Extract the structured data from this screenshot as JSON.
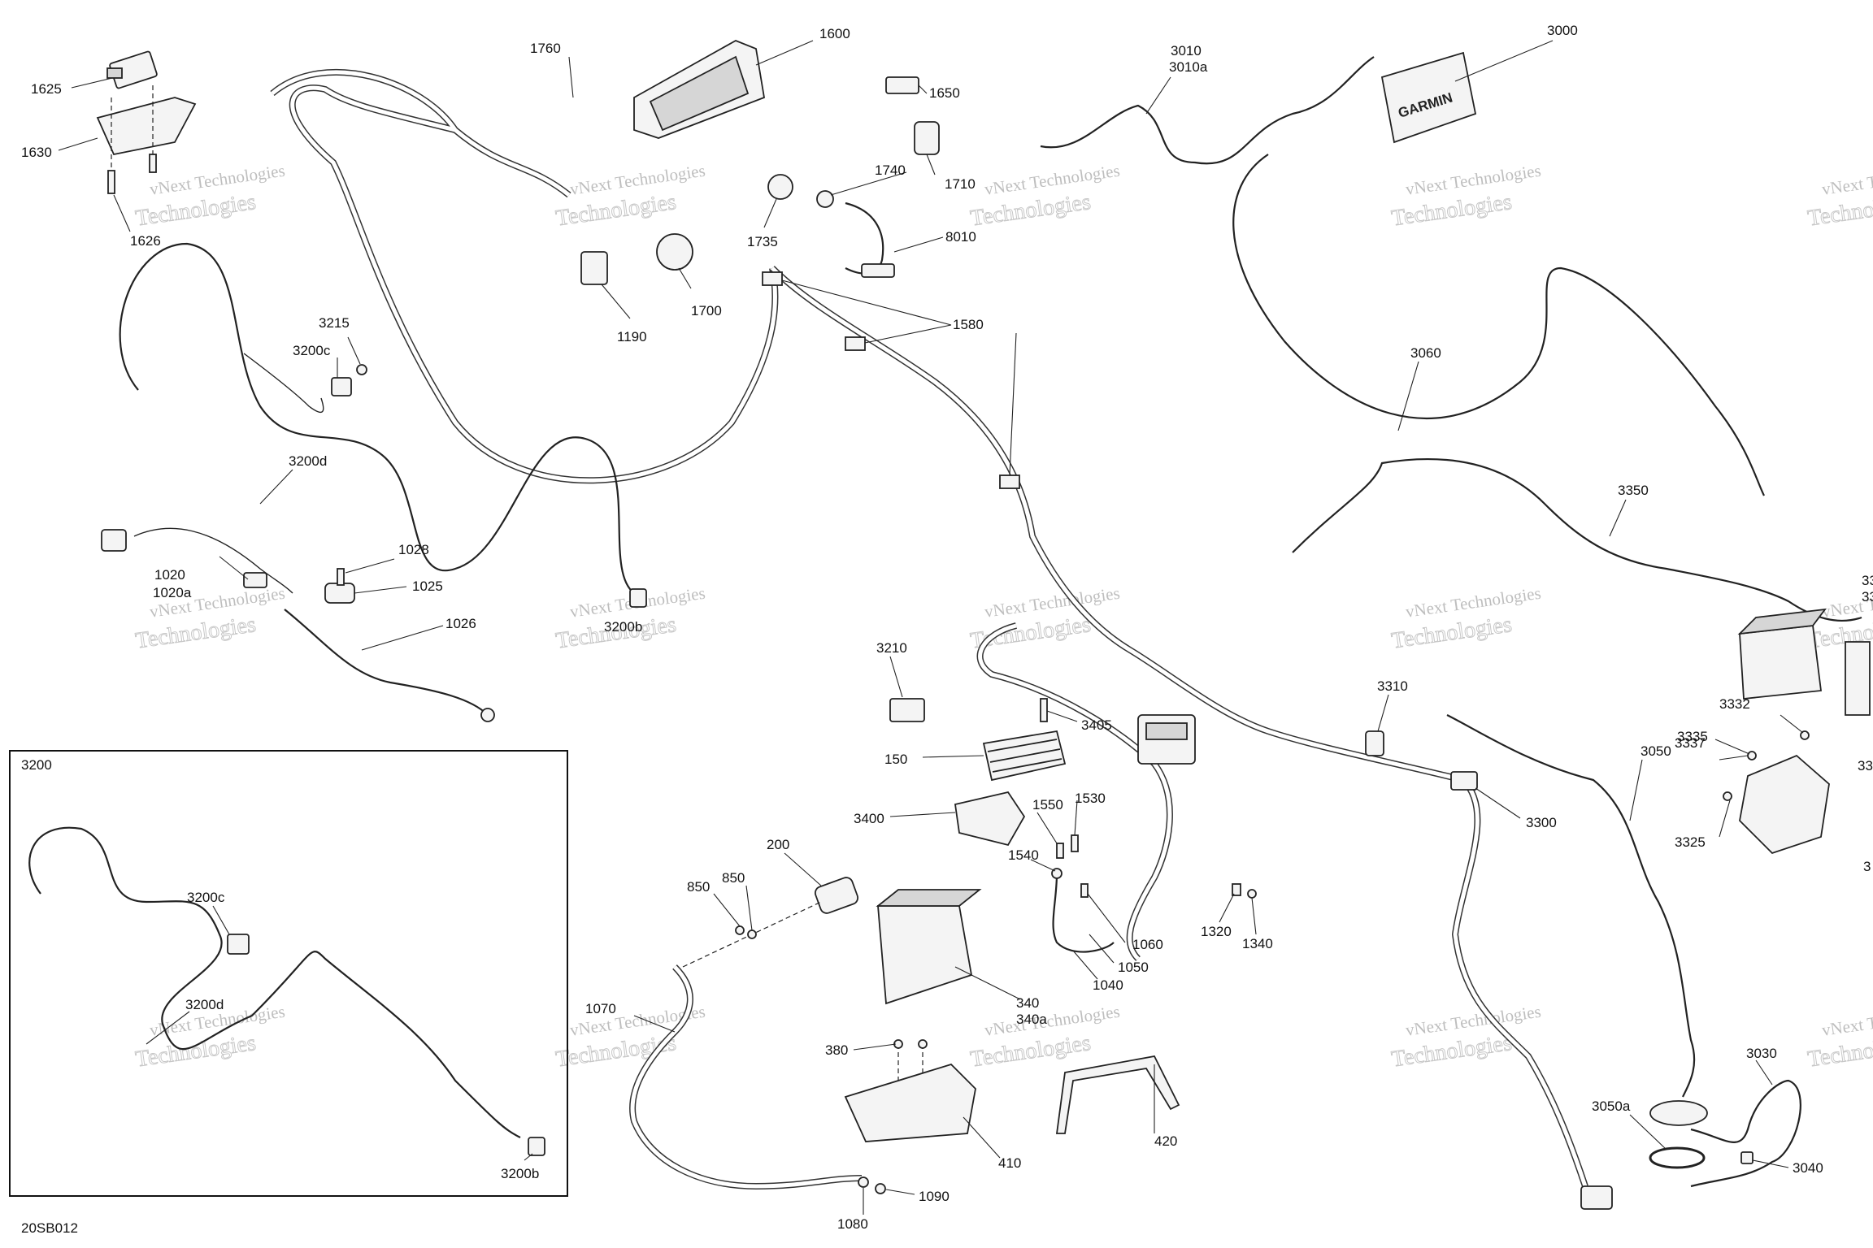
{
  "diagram_code": "20SB012",
  "inset": {
    "title": "3200"
  },
  "watermark": {
    "line1": "vNext Technologies",
    "line2": "Technologies"
  },
  "labels": {
    "p1625": "1625",
    "p1630": "1630",
    "p1626": "1626",
    "p1760": "1760",
    "p1600": "1600",
    "p1650": "1650",
    "p1740": "1740",
    "p1710": "1710",
    "p1735": "1735",
    "p8010": "8010",
    "p1190": "1190",
    "p1700": "1700",
    "p1580": "1580",
    "p3010": "3010",
    "p3010a": "3010a",
    "p3000": "3000",
    "p3060": "3060",
    "p3350": "3350",
    "p3215": "3215",
    "p3200c": "3200c",
    "p3200d": "3200d",
    "p1028": "1028",
    "p1020": "1020",
    "p1020a": "1020a",
    "p1025": "1025",
    "p1026": "1026",
    "p3200b": "3200b",
    "p3210": "3210",
    "p3405": "3405",
    "p150": "150",
    "p3400": "3400",
    "p1550": "1550",
    "p1530": "1530",
    "p1540": "1540",
    "p200": "200",
    "p850a": "850",
    "p850b": "850",
    "p1060": "1060",
    "p1050": "1050",
    "p1040": "1040",
    "p1320": "1320",
    "p1340": "1340",
    "p340": "340",
    "p340a": "340a",
    "p3310": "3310",
    "p3300": "3300",
    "p3050": "3050",
    "p3337": "3337",
    "p3335": "3335",
    "p3332": "3332",
    "p3325": "3325",
    "p1070": "1070",
    "p380": "380",
    "p410": "410",
    "p420": "420",
    "p1080": "1080",
    "p1090": "1090",
    "p3050a": "3050a",
    "p3030": "3030",
    "p3040": "3040",
    "inset3200c": "3200c",
    "inset3200d": "3200d",
    "inset3200b": "3200b",
    "cut33a": "33",
    "cut33b": "33",
    "cut33c": "33",
    "cut3": "3"
  },
  "display_brand": "GARMIN"
}
